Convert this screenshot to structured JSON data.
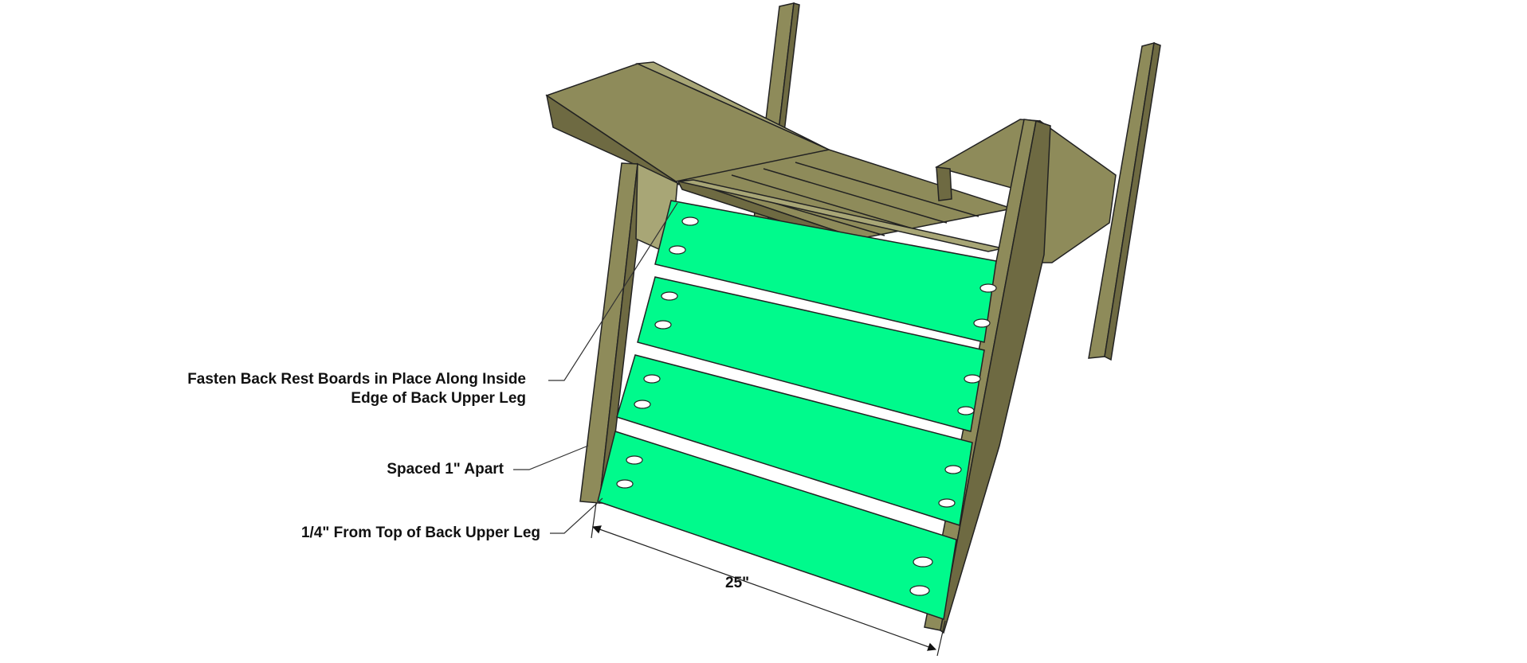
{
  "annotations": {
    "fasten_line1": "Fasten Back Rest Boards in Place Along Inside",
    "fasten_line2": "Edge of Back Upper Leg",
    "spaced": "Spaced 1\" Apart",
    "quarter": "1/4\" From Top of Back Upper Leg",
    "dimension": "25\""
  },
  "colors": {
    "wood": "#8e8b5a",
    "wood_light": "#a8a676",
    "wood_dark": "#6e6a42",
    "board_green": "#00fa8c",
    "outline": "#222222",
    "leader": "#333333"
  }
}
